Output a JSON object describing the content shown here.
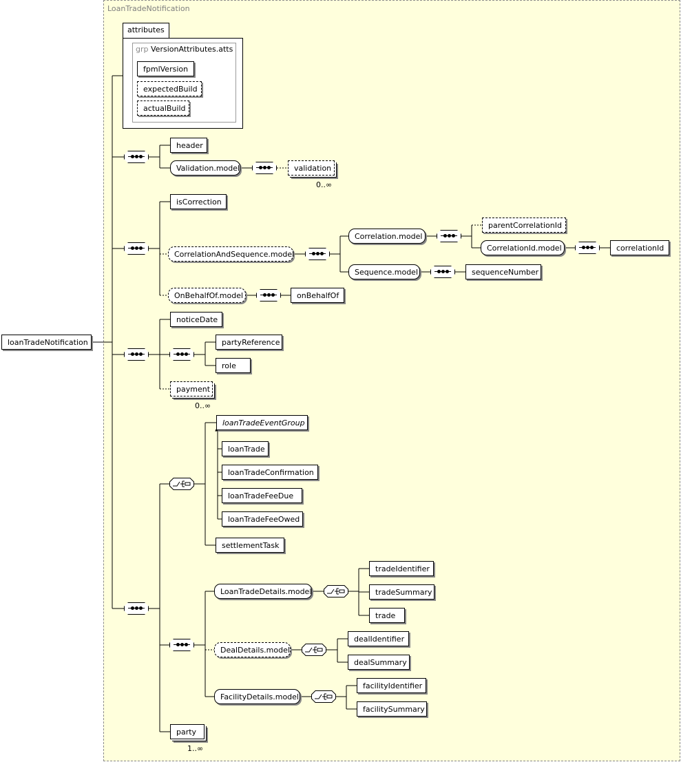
{
  "root": {
    "label": "loanTradeNotification"
  },
  "frame": {
    "title": "LoanTradeNotification"
  },
  "attributes": {
    "tab": "attributes",
    "group_keyword": "grp",
    "group_name": "VersionAttributes.atts",
    "items": [
      "fpmlVersion",
      "expectedBuild",
      "actualBuild"
    ]
  },
  "seq1": {
    "header": "header",
    "validation_model": "Validation.model",
    "validation": "validation",
    "validation_card": "0..∞"
  },
  "seq2": {
    "isCorrection": "isCorrection",
    "correlation_and_sequence": "CorrelationAndSequence.model",
    "correlation_model": "Correlation.model",
    "parentCorrelationId": "parentCorrelationId",
    "correlationId_model": "CorrelationId.model",
    "correlationId": "correlationId",
    "sequence_model": "Sequence.model",
    "sequenceNumber": "sequenceNumber",
    "onBehalfOf_model": "OnBehalfOf.model",
    "onBehalfOf": "onBehalfOf"
  },
  "seq3": {
    "noticeDate": "noticeDate",
    "partyReference": "partyReference",
    "role": "role",
    "payment": "payment",
    "payment_card": "0..∞"
  },
  "seq4": {
    "eventGroup": "loanTradeEventGroup",
    "events": [
      "loanTrade",
      "loanTradeConfirmation",
      "loanTradeFeeDue",
      "loanTradeFeeOwed"
    ],
    "settlementTask": "settlementTask",
    "loanTradeDetails_model": "LoanTradeDetails.model",
    "tradeItems": [
      "tradeIdentifier",
      "tradeSummary",
      "trade"
    ],
    "dealDetails_model": "DealDetails.model",
    "dealItems": [
      "dealIdentifier",
      "dealSummary"
    ],
    "facilityDetails_model": "FacilityDetails.model",
    "facilityItems": [
      "facilityIdentifier",
      "facilitySummary"
    ],
    "party": "party",
    "party_card": "1..∞"
  }
}
